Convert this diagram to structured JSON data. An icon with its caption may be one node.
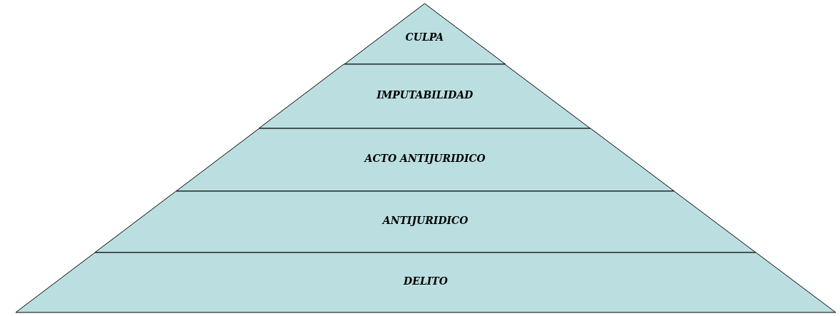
{
  "diagram": {
    "nodes": [
      {
        "text": [
          "CULPA"
        ]
      },
      {
        "text": [
          "IMPUTABILIDAD"
        ]
      },
      {
        "text": [
          "ACTO ANTIJURIDICO"
        ]
      },
      {
        "text": [
          "ANTIJURIDICO"
        ]
      },
      {
        "text": [
          "DELITO"
        ]
      }
    ],
    "edges": []
  }
}
